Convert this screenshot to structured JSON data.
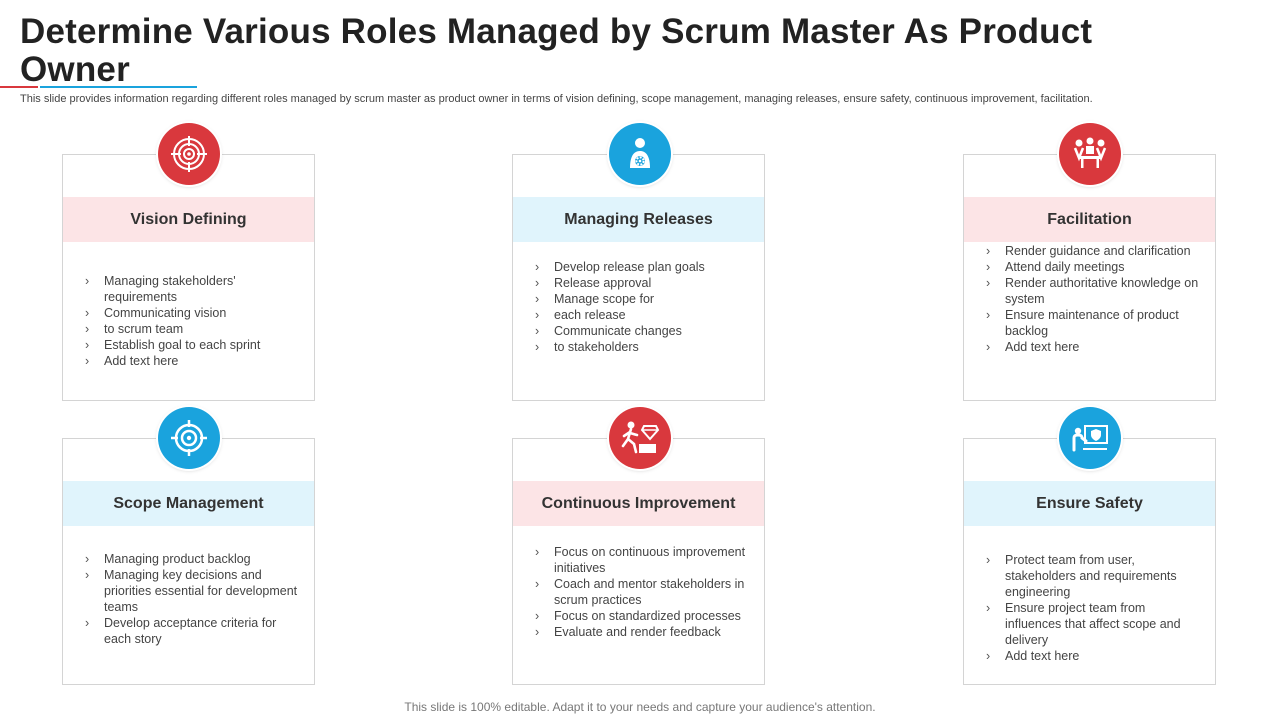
{
  "header": {
    "title": "Determine Various Roles Managed by Scrum Master As Product Owner",
    "subtitle": "This slide provides information regarding different roles managed by scrum master as product owner in terms of vision defining, scope management, managing releases, ensure safety, continuous improvement, facilitation."
  },
  "theme": {
    "red": "#d9383d",
    "blue": "#1aa3dd",
    "red_tint": "#fce4e6",
    "blue_tint": "#e0f4fc"
  },
  "cards": [
    {
      "title": "Vision Defining",
      "icon": "target-icon",
      "items": [
        "Managing stakeholders' requirements",
        "Communicating vision",
        "to scrum team",
        "Establish goal to each sprint",
        "Add text here"
      ]
    },
    {
      "title": "Managing Releases",
      "icon": "person-gear-icon",
      "items": [
        "Develop release plan goals",
        "Release approval",
        "Manage scope for",
        "each release",
        "Communicate changes",
        "to stakeholders"
      ]
    },
    {
      "title": "Facilitation",
      "icon": "meeting-icon",
      "items": [
        "Render guidance and clarification",
        "Attend daily meetings",
        "Render authoritative  knowledge on system",
        "Ensure maintenance of product backlog",
        "Add text here"
      ]
    },
    {
      "title": "Scope Management",
      "icon": "crosshair-icon",
      "items": [
        "Managing product backlog",
        "Managing key decisions and priorities essential for development  teams",
        "Develop acceptance criteria for each story"
      ]
    },
    {
      "title": "Continuous Improvement",
      "icon": "climbing-diamond-icon",
      "items": [
        "Focus on continuous improvement  initiatives",
        "Coach and mentor stakeholders in scrum practices",
        "Focus on standardized processes",
        "Evaluate and render feedback"
      ]
    },
    {
      "title": "Ensure Safety",
      "icon": "presenter-shield-icon",
      "items": [
        "Protect team from user, stakeholders and requirements engineering",
        "Ensure project team from influences that affect scope and delivery",
        "Add text here"
      ]
    }
  ],
  "footer": {
    "text": "This slide is 100% editable. Adapt it to your needs and capture your audience's attention."
  }
}
